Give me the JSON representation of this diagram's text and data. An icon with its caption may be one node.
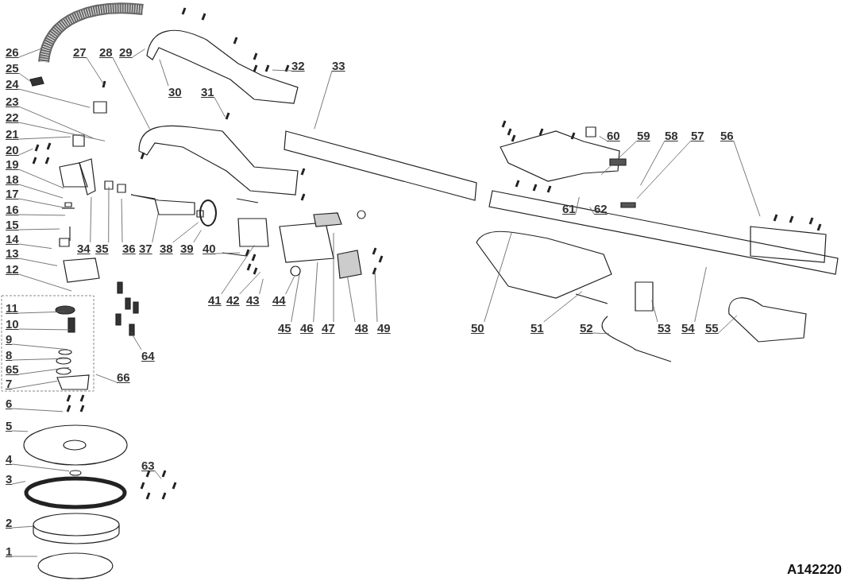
{
  "diagram": {
    "nodes": [
      {
        "text": [
          "1"
        ]
      },
      {
        "text": [
          "2"
        ]
      },
      {
        "text": [
          "3"
        ]
      },
      {
        "text": [
          "4"
        ]
      },
      {
        "text": [
          "5"
        ]
      },
      {
        "text": [
          "6"
        ]
      },
      {
        "text": [
          "7"
        ]
      },
      {
        "text": [
          "8"
        ]
      },
      {
        "text": [
          "9"
        ]
      },
      {
        "text": [
          "10"
        ]
      },
      {
        "text": [
          "11"
        ]
      },
      {
        "text": [
          "12"
        ]
      },
      {
        "text": [
          "13"
        ]
      },
      {
        "text": [
          "14"
        ]
      },
      {
        "text": [
          "15"
        ]
      },
      {
        "text": [
          "16"
        ]
      },
      {
        "text": [
          "17"
        ]
      },
      {
        "text": [
          "18"
        ]
      },
      {
        "text": [
          "19"
        ]
      },
      {
        "text": [
          "20"
        ]
      },
      {
        "text": [
          "21"
        ]
      },
      {
        "text": [
          "22"
        ]
      },
      {
        "text": [
          "23"
        ]
      },
      {
        "text": [
          "24"
        ]
      },
      {
        "text": [
          "25"
        ]
      },
      {
        "text": [
          "26"
        ]
      },
      {
        "text": [
          "27"
        ]
      },
      {
        "text": [
          "28"
        ]
      },
      {
        "text": [
          "29"
        ]
      },
      {
        "text": [
          "30"
        ]
      },
      {
        "text": [
          "31"
        ]
      },
      {
        "text": [
          "32"
        ]
      },
      {
        "text": [
          "33"
        ]
      },
      {
        "text": [
          "34"
        ]
      },
      {
        "text": [
          "35"
        ]
      },
      {
        "text": [
          "36"
        ]
      },
      {
        "text": [
          "37"
        ]
      },
      {
        "text": [
          "38"
        ]
      },
      {
        "text": [
          "39"
        ]
      },
      {
        "text": [
          "40"
        ]
      },
      {
        "text": [
          "41"
        ]
      },
      {
        "text": [
          "42"
        ]
      },
      {
        "text": [
          "43"
        ]
      },
      {
        "text": [
          "44"
        ]
      },
      {
        "text": [
          "45"
        ]
      },
      {
        "text": [
          "46"
        ]
      },
      {
        "text": [
          "47"
        ]
      },
      {
        "text": [
          "48"
        ]
      },
      {
        "text": [
          "49"
        ]
      },
      {
        "text": [
          "50"
        ]
      },
      {
        "text": [
          "51"
        ]
      },
      {
        "text": [
          "52"
        ]
      },
      {
        "text": [
          "53"
        ]
      },
      {
        "text": [
          "54"
        ]
      },
      {
        "text": [
          "55"
        ]
      },
      {
        "text": [
          "56"
        ]
      },
      {
        "text": [
          "57"
        ]
      },
      {
        "text": [
          "58"
        ]
      },
      {
        "text": [
          "59"
        ]
      },
      {
        "text": [
          "60"
        ]
      },
      {
        "text": [
          "61"
        ]
      },
      {
        "text": [
          "62"
        ]
      },
      {
        "text": [
          "63"
        ]
      },
      {
        "text": [
          "64"
        ]
      },
      {
        "text": [
          "65"
        ]
      },
      {
        "text": [
          "66"
        ]
      }
    ],
    "edges": [
      {
        "from": 0,
        "to": null,
        "arrow": "none"
      },
      {
        "from": 1,
        "to": null,
        "arrow": "none"
      },
      {
        "from": 2,
        "to": null,
        "arrow": "none"
      },
      {
        "from": 3,
        "to": null,
        "arrow": "none"
      },
      {
        "from": 4,
        "to": null,
        "arrow": "none"
      },
      {
        "from": 5,
        "to": null,
        "arrow": "none"
      },
      {
        "from": 6,
        "to": null,
        "arrow": "none"
      },
      {
        "from": 7,
        "to": null,
        "arrow": "none"
      },
      {
        "from": 8,
        "to": null,
        "arrow": "none"
      },
      {
        "from": 9,
        "to": null,
        "arrow": "none"
      },
      {
        "from": 10,
        "to": null,
        "arrow": "none"
      },
      {
        "from": 11,
        "to": null,
        "arrow": "none"
      },
      {
        "from": 12,
        "to": null,
        "arrow": "none"
      },
      {
        "from": 13,
        "to": null,
        "arrow": "none"
      },
      {
        "from": 14,
        "to": null,
        "arrow": "none"
      },
      {
        "from": 15,
        "to": null,
        "arrow": "none"
      },
      {
        "from": 16,
        "to": null,
        "arrow": "none"
      },
      {
        "from": 17,
        "to": null,
        "arrow": "none"
      },
      {
        "from": 18,
        "to": null,
        "arrow": "none"
      },
      {
        "from": 19,
        "to": null,
        "arrow": "none"
      },
      {
        "from": 20,
        "to": null,
        "arrow": "none"
      },
      {
        "from": 21,
        "to": null,
        "arrow": "none"
      },
      {
        "from": 22,
        "to": null,
        "arrow": "none"
      },
      {
        "from": 23,
        "to": null,
        "arrow": "none"
      },
      {
        "from": 24,
        "to": null,
        "arrow": "none"
      },
      {
        "from": 25,
        "to": null,
        "arrow": "none"
      },
      {
        "from": 26,
        "to": null,
        "arrow": "none"
      },
      {
        "from": 27,
        "to": null,
        "arrow": "none"
      },
      {
        "from": 28,
        "to": null,
        "arrow": "none"
      },
      {
        "from": 29,
        "to": null,
        "arrow": "none"
      },
      {
        "from": 30,
        "to": null,
        "arrow": "none"
      },
      {
        "from": 31,
        "to": null,
        "arrow": "none"
      },
      {
        "from": 32,
        "to": null,
        "arrow": "none"
      },
      {
        "from": 33,
        "to": null,
        "arrow": "none"
      },
      {
        "from": 34,
        "to": null,
        "arrow": "none"
      },
      {
        "from": 35,
        "to": null,
        "arrow": "none"
      },
      {
        "from": 36,
        "to": null,
        "arrow": "none"
      },
      {
        "from": 37,
        "to": null,
        "arrow": "none"
      },
      {
        "from": 38,
        "to": null,
        "arrow": "none"
      },
      {
        "from": 39,
        "to": null,
        "arrow": "none"
      },
      {
        "from": 40,
        "to": null,
        "arrow": "none"
      },
      {
        "from": 41,
        "to": null,
        "arrow": "none"
      },
      {
        "from": 42,
        "to": null,
        "arrow": "none"
      },
      {
        "from": 43,
        "to": null,
        "arrow": "none"
      },
      {
        "from": 44,
        "to": null,
        "arrow": "none"
      },
      {
        "from": 45,
        "to": null,
        "arrow": "none"
      },
      {
        "from": 46,
        "to": null,
        "arrow": "none"
      },
      {
        "from": 47,
        "to": null,
        "arrow": "none"
      },
      {
        "from": 48,
        "to": null,
        "arrow": "none"
      },
      {
        "from": 49,
        "to": null,
        "arrow": "none"
      },
      {
        "from": 50,
        "to": null,
        "arrow": "none"
      },
      {
        "from": 51,
        "to": null,
        "arrow": "none"
      },
      {
        "from": 52,
        "to": null,
        "arrow": "none"
      },
      {
        "from": 53,
        "to": null,
        "arrow": "none"
      },
      {
        "from": 54,
        "to": null,
        "arrow": "none"
      },
      {
        "from": 55,
        "to": null,
        "arrow": "none"
      },
      {
        "from": 56,
        "to": null,
        "arrow": "none"
      },
      {
        "from": 57,
        "to": null,
        "arrow": "none"
      },
      {
        "from": 58,
        "to": null,
        "arrow": "none"
      },
      {
        "from": 59,
        "to": null,
        "arrow": "none"
      },
      {
        "from": 60,
        "to": null,
        "arrow": "none"
      },
      {
        "from": 61,
        "to": null,
        "arrow": "none"
      },
      {
        "from": 62,
        "to": null,
        "arrow": "none"
      },
      {
        "from": 63,
        "to": null,
        "arrow": "none"
      },
      {
        "from": 64,
        "to": null,
        "arrow": "none"
      },
      {
        "from": 65,
        "to": null,
        "arrow": "none"
      }
    ],
    "labels": [
      "A142220"
    ]
  }
}
